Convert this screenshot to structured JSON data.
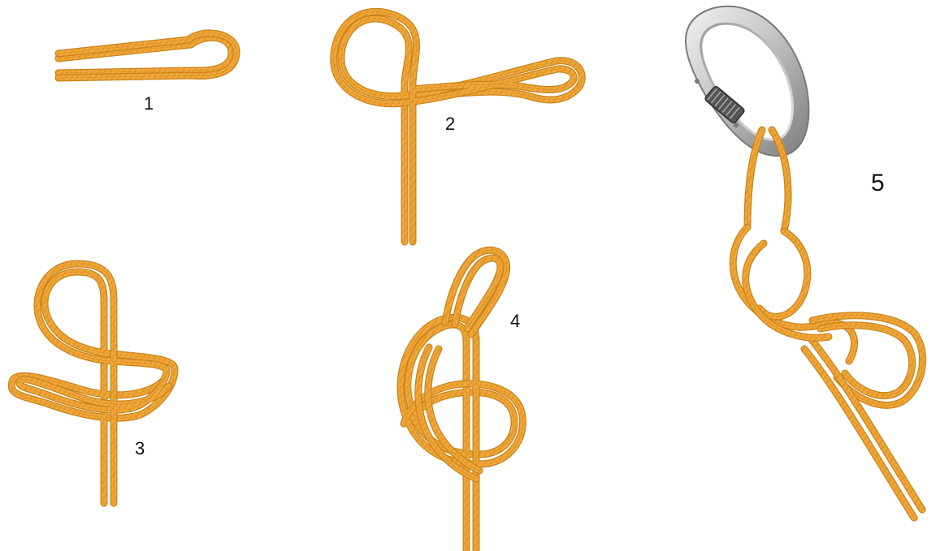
{
  "steps": [
    {
      "label": "1"
    },
    {
      "label": "2"
    },
    {
      "label": "3"
    },
    {
      "label": "4"
    },
    {
      "label": "5"
    }
  ],
  "colors": {
    "background": "#ffffff",
    "rope": "#f0a73a",
    "rope_edge": "#c98318",
    "rope_texture": "#dc8e22",
    "carabiner_light": "#e6e6e6",
    "carabiner_dark": "#8c8c8c",
    "label": "#111111"
  },
  "icons": {
    "rope": "rope-icon",
    "carabiner": "carabiner-icon"
  }
}
